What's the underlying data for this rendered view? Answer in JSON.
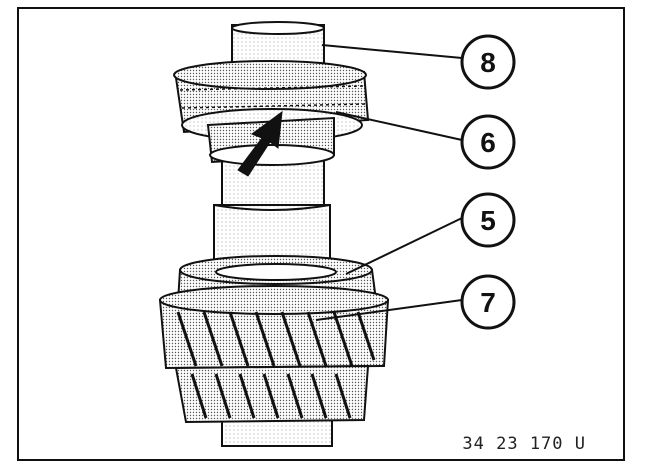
{
  "figure": {
    "id": "34 23 170 U"
  },
  "callouts": [
    {
      "label": "8"
    },
    {
      "label": "6"
    },
    {
      "label": "5"
    },
    {
      "label": "7"
    }
  ],
  "colors": {
    "ink": "#111111",
    "background": "#ffffff"
  }
}
